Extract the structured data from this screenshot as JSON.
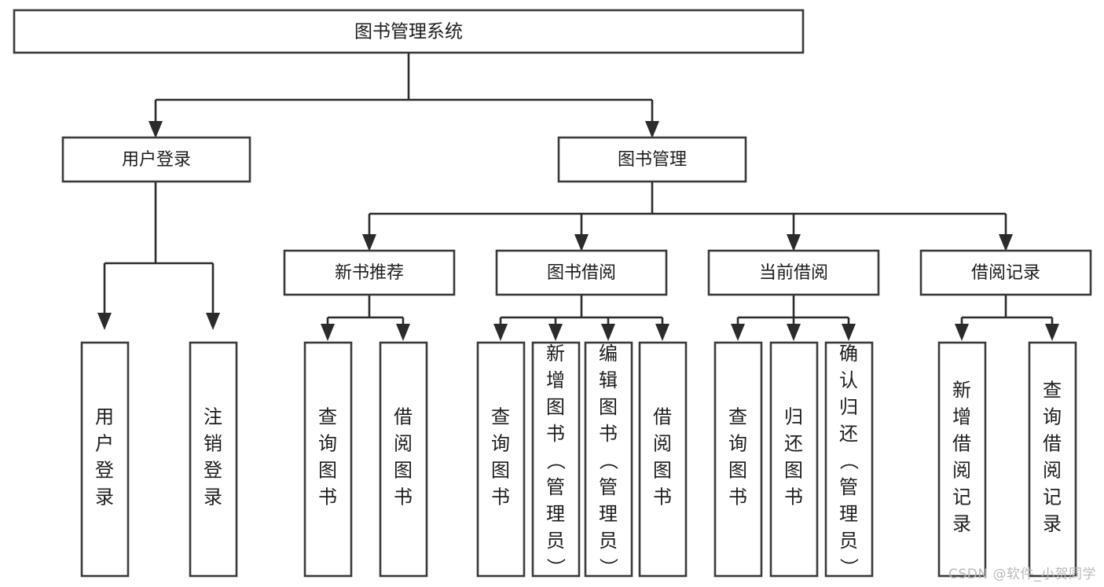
{
  "diagram": {
    "title": "图书管理系统",
    "type": "tree",
    "watermark": "CSDN @软件_小贺同学",
    "colors": {
      "box_stroke": "#3a3a3a",
      "connector": "#2b2b2b",
      "background": "#ffffff",
      "text": "#1c1c1c",
      "watermark": "#b9b9b9"
    },
    "root": {
      "label": "图书管理系统"
    },
    "level2": [
      {
        "label": "用户登录"
      },
      {
        "label": "图书管理"
      }
    ],
    "level3": [
      {
        "label": "新书推荐"
      },
      {
        "label": "图书借阅"
      },
      {
        "label": "当前借阅"
      },
      {
        "label": "借阅记录"
      }
    ],
    "leaves": {
      "user_login": [
        {
          "label": "用户登录"
        },
        {
          "label": "注销登录"
        }
      ],
      "new_book_recommend": [
        {
          "label": "查询图书"
        },
        {
          "label": "借阅图书"
        }
      ],
      "book_borrow": [
        {
          "label": "查询图书"
        },
        {
          "label": "新增图书（管理员）"
        },
        {
          "label": "编辑图书（管理员）"
        },
        {
          "label": "借阅图书"
        }
      ],
      "current_borrow": [
        {
          "label": "查询图书"
        },
        {
          "label": "归还图书"
        },
        {
          "label": "确认归还（管理员）"
        }
      ],
      "borrow_record": [
        {
          "label": "新增借阅记录"
        },
        {
          "label": "查询借阅记录"
        }
      ]
    }
  },
  "chart_data": {
    "type": "table",
    "title": "图书管理系统",
    "hierarchy": [
      {
        "label": "图书管理系统",
        "level": 1,
        "children": [
          {
            "label": "用户登录",
            "level": 2,
            "children": [
              {
                "label": "用户登录",
                "level": 3
              },
              {
                "label": "注销登录",
                "level": 3
              }
            ]
          },
          {
            "label": "图书管理",
            "level": 2,
            "children": [
              {
                "label": "新书推荐",
                "level": 3,
                "children": [
                  {
                    "label": "查询图书",
                    "level": 4
                  },
                  {
                    "label": "借阅图书",
                    "level": 4
                  }
                ]
              },
              {
                "label": "图书借阅",
                "level": 3,
                "children": [
                  {
                    "label": "查询图书",
                    "level": 4
                  },
                  {
                    "label": "新增图书（管理员）",
                    "level": 4
                  },
                  {
                    "label": "编辑图书（管理员）",
                    "level": 4
                  },
                  {
                    "label": "借阅图书",
                    "level": 4
                  }
                ]
              },
              {
                "label": "当前借阅",
                "level": 3,
                "children": [
                  {
                    "label": "查询图书",
                    "level": 4
                  },
                  {
                    "label": "归还图书",
                    "level": 4
                  },
                  {
                    "label": "确认归还（管理员）",
                    "level": 4
                  }
                ]
              },
              {
                "label": "借阅记录",
                "level": 3,
                "children": [
                  {
                    "label": "新增借阅记录",
                    "level": 4
                  },
                  {
                    "label": "查询借阅记录",
                    "level": 4
                  }
                ]
              }
            ]
          }
        ]
      }
    ]
  }
}
